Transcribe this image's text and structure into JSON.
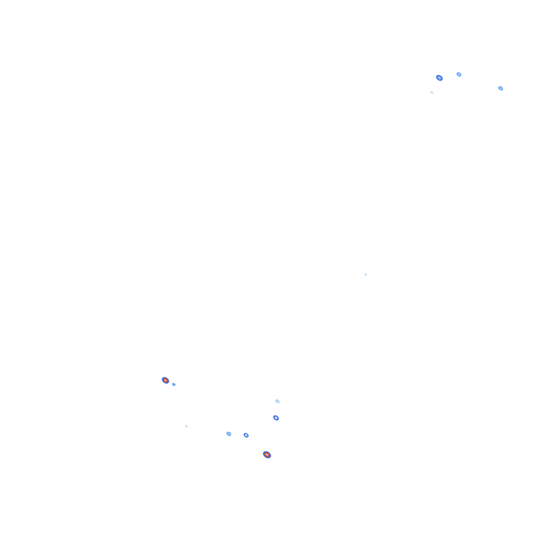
{
  "palette": {
    "background": "#ffffff",
    "outer": "#b7d9f7",
    "mid": "#4f8ef2",
    "core_blue": "#1020d8",
    "core_warm": "#f4a000",
    "core_hot": "#e01808",
    "dark_edge": "#1a1a6a"
  },
  "blobs": [
    {
      "id": "blob-top-right-1",
      "level": "high"
    },
    {
      "id": "blob-top-right-2",
      "level": "low"
    },
    {
      "id": "blob-top-right-3",
      "level": "low"
    },
    {
      "id": "blob-top-right-4",
      "level": "trace"
    },
    {
      "id": "blob-center-trace",
      "level": "trace"
    },
    {
      "id": "blob-bottom-left-1",
      "level": "peak"
    },
    {
      "id": "blob-bottom-left-2",
      "level": "low"
    },
    {
      "id": "blob-bottom-mid-1",
      "level": "trace"
    },
    {
      "id": "blob-bottom-mid-2",
      "level": "medium"
    },
    {
      "id": "blob-bottom-mid-3",
      "level": "low"
    },
    {
      "id": "blob-bottom-mid-4",
      "level": "medium"
    },
    {
      "id": "blob-bottom-mid-5",
      "level": "trace"
    },
    {
      "id": "blob-bottom-peak",
      "level": "peak"
    }
  ]
}
